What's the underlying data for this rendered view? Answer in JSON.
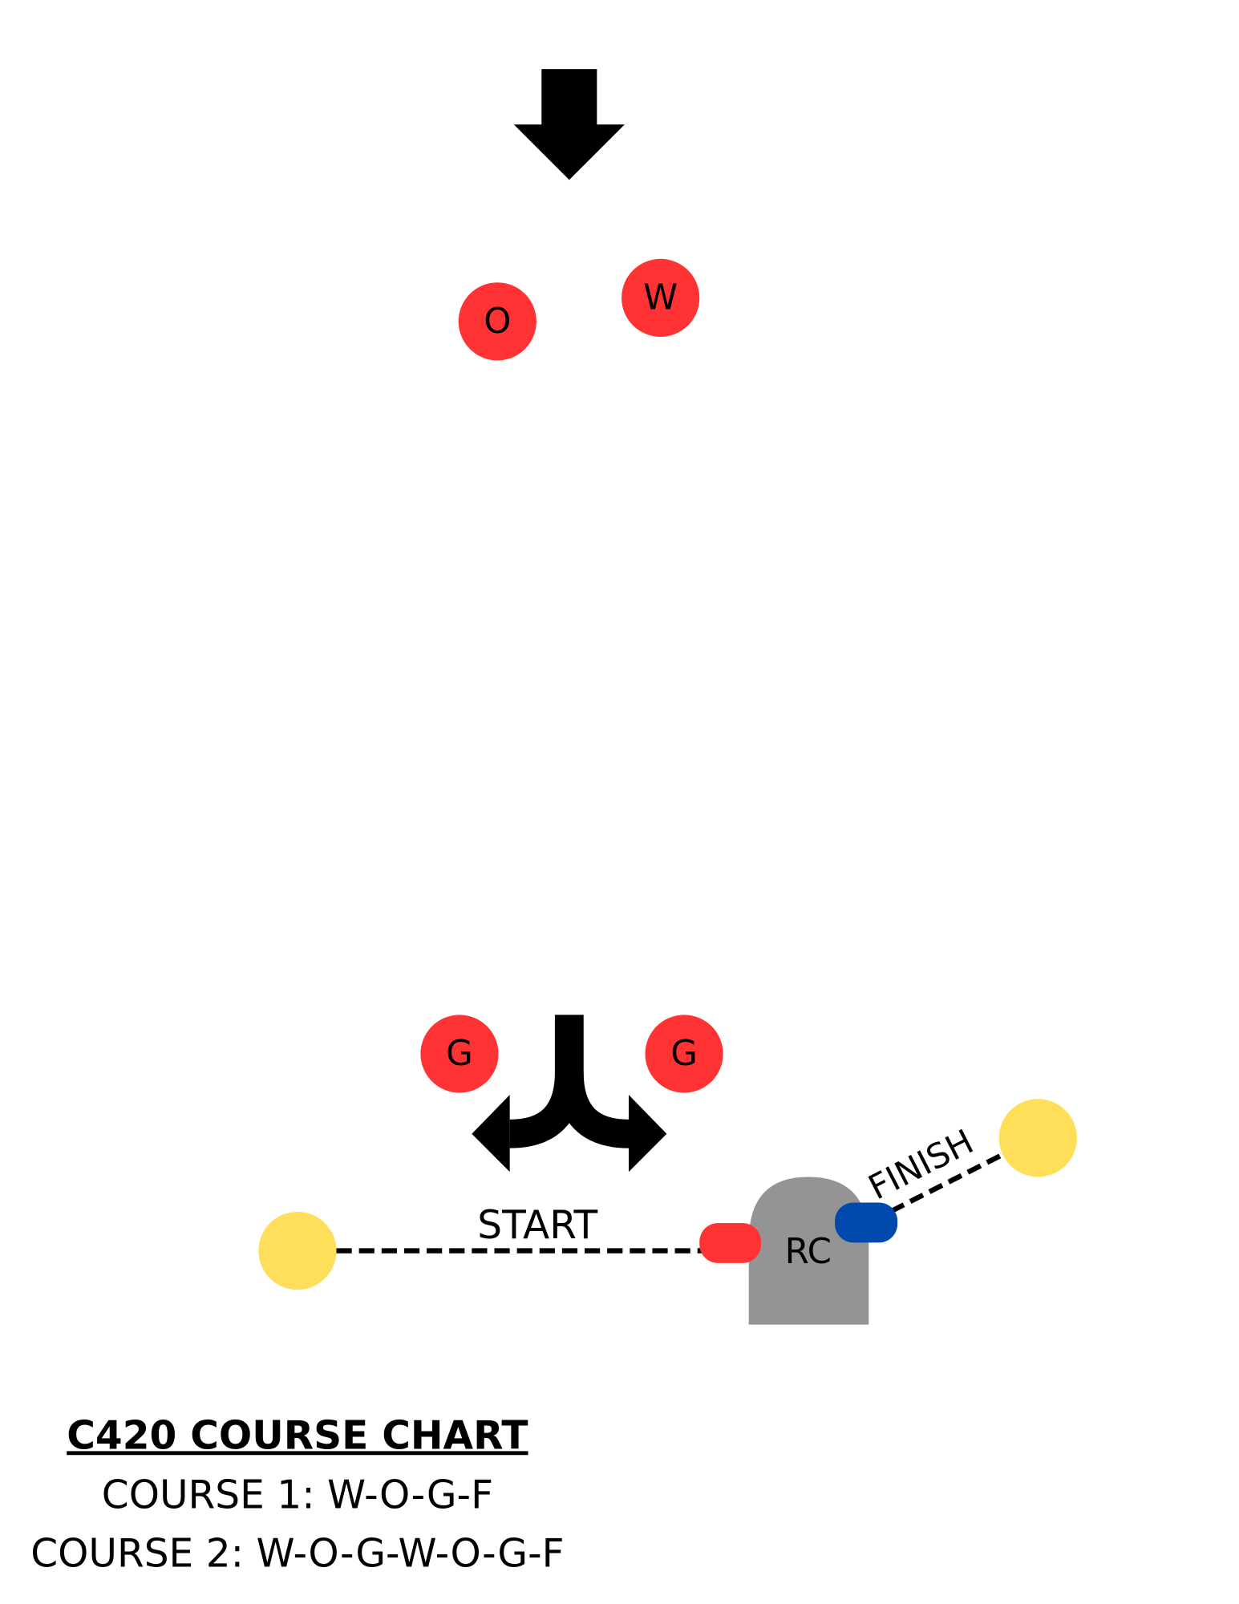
{
  "marks": {
    "windward": "W",
    "offset": "O",
    "gate_left": "G",
    "gate_right": "G"
  },
  "start_label": "START",
  "finish_label": "FINISH",
  "committee_boat": "RC",
  "legend": {
    "title": "C420 COURSE CHART",
    "course_1": "COURSE 1: W-O-G-F",
    "course_2": "COURSE 2: W-O-G-W-O-G-F"
  },
  "colors": {
    "mark": "#FF3333",
    "pin": "#FFDE59",
    "rc_boat": "#949494",
    "finish_flag": "#004AAD",
    "start_flag": "#FF3333"
  }
}
